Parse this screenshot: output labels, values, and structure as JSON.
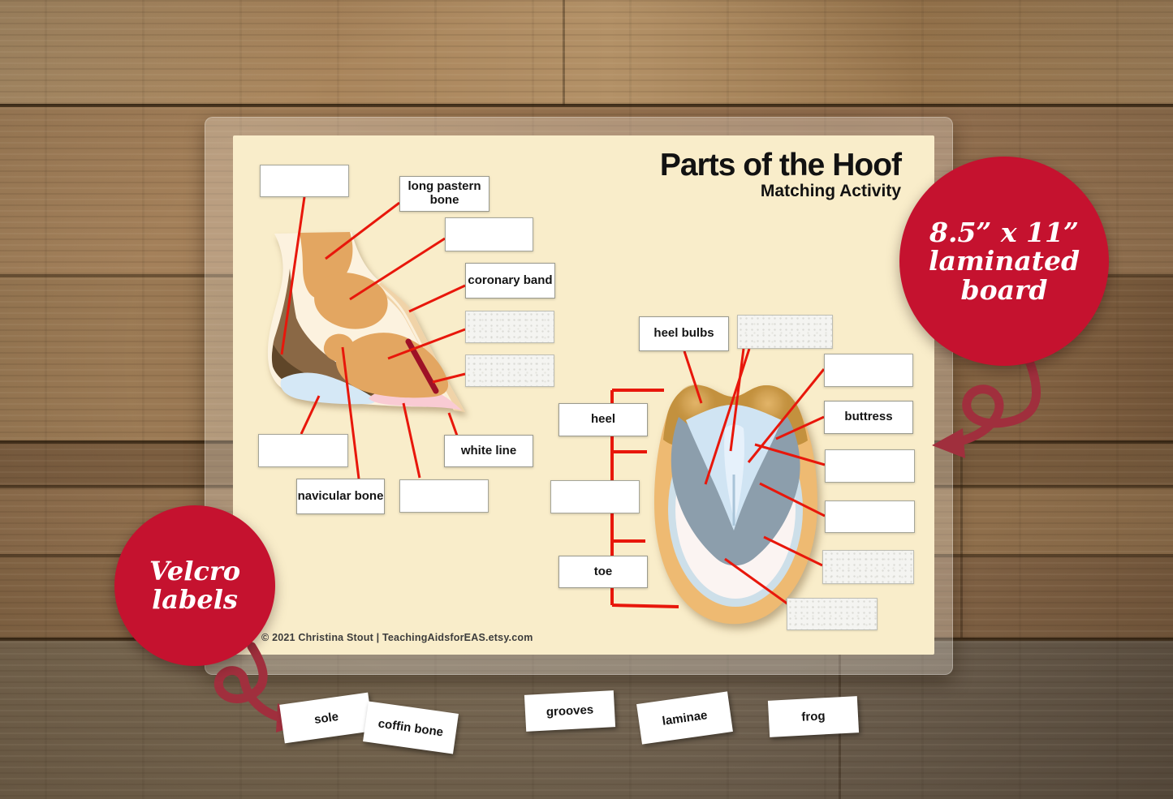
{
  "board": {
    "title": "Parts of the Hoof",
    "subtitle": "Matching Activity",
    "copyright": "© 2021 Christina Stout  |  TeachingAidsforEAS.etsy.com",
    "left_diagram_labels": {
      "long_pastern_bone": "long pastern bone",
      "coronary_band": "coronary band",
      "white_line": "white line",
      "navicular_bone": "navicular bone"
    },
    "right_diagram_labels": {
      "heel_bulbs": "heel bulbs",
      "buttress": "buttress",
      "heel": "heel",
      "toe": "toe"
    }
  },
  "annotations": {
    "size_badge": {
      "line1": "8.5” x 11”",
      "line2": "laminated",
      "line3": "board"
    },
    "velcro_badge": {
      "line1": "Velcro",
      "line2": "labels"
    }
  },
  "velcro_tiles": [
    "sole",
    "coffin bone",
    "grooves",
    "laminae",
    "frog"
  ],
  "colors": {
    "board_cream": "#f9edca",
    "leader_red": "#e8170b",
    "badge_red": "#c5122f",
    "arrow_maroon": "#a02f3d"
  }
}
